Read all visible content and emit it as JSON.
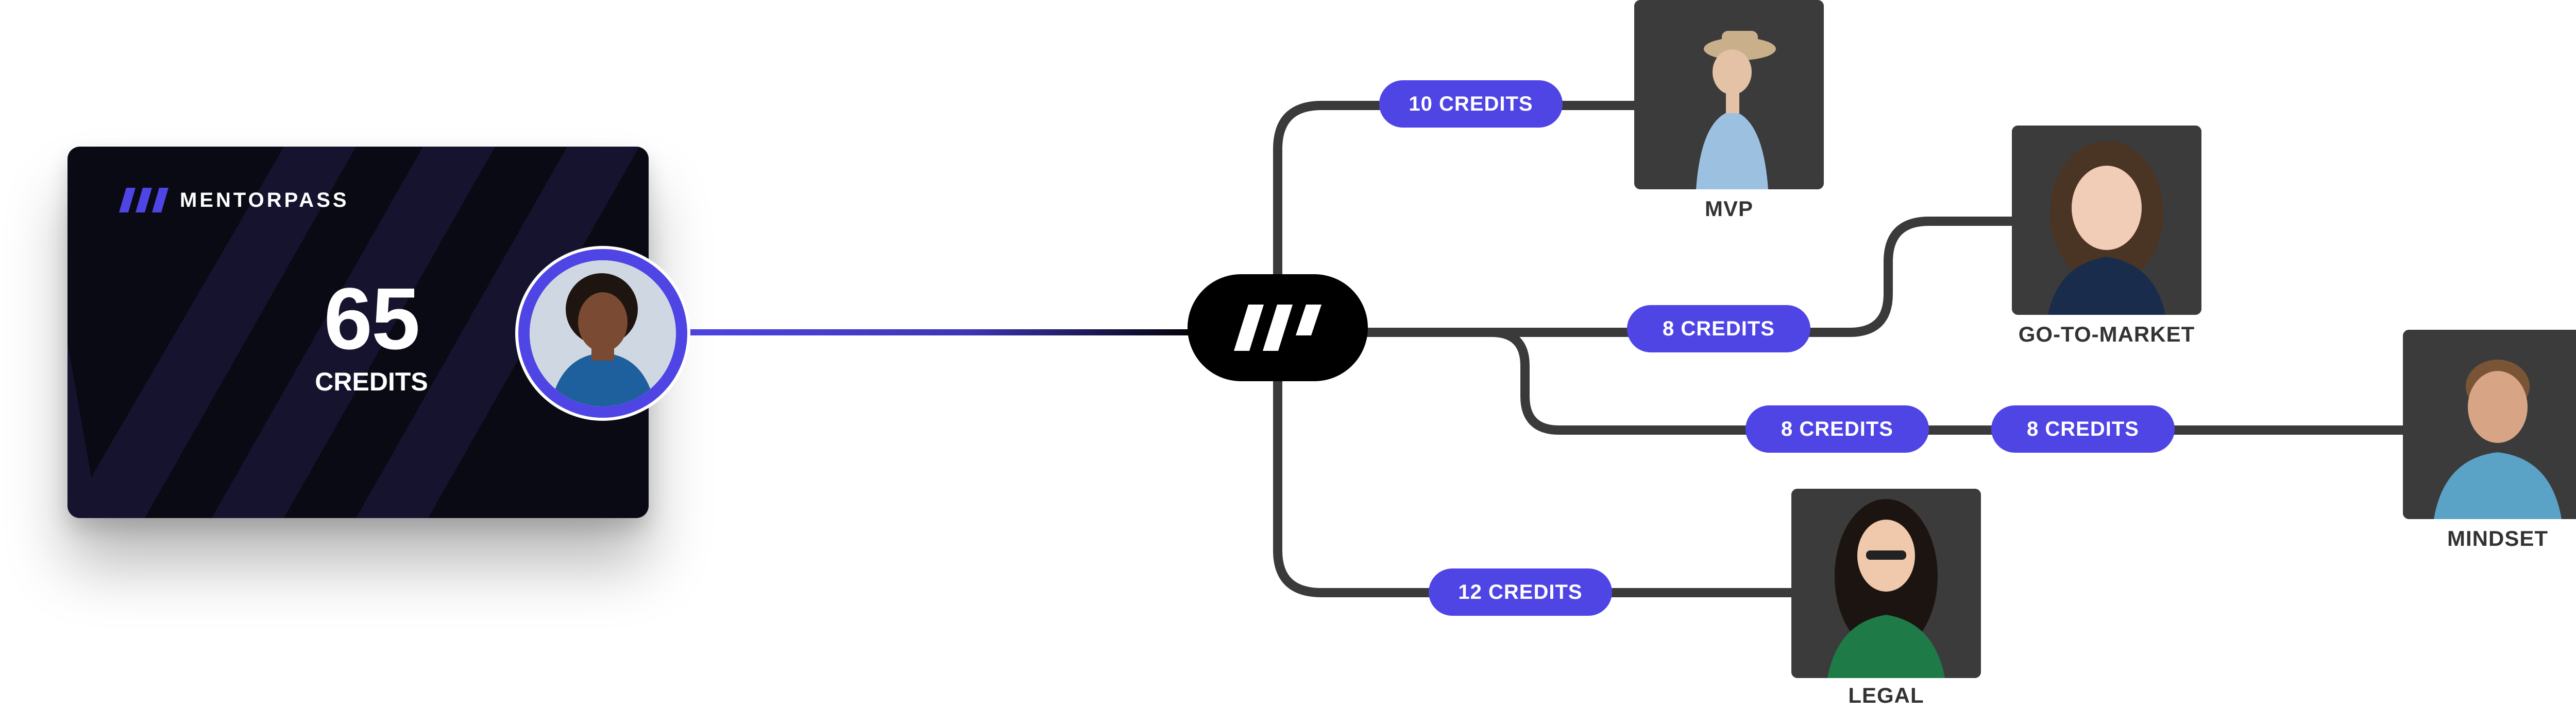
{
  "brand": {
    "name": "MENTORPASS"
  },
  "wallet": {
    "amount": "65",
    "unit": "CREDITS"
  },
  "paths": [
    {
      "credits": "10 CREDITS"
    },
    {
      "credits": "8 CREDITS"
    },
    {
      "credits": "8 CREDITS"
    },
    {
      "credits": "8 CREDITS"
    },
    {
      "credits": "12 CREDITS"
    }
  ],
  "mentors": [
    {
      "label": "MVP"
    },
    {
      "label": "GO-TO-MARKET"
    },
    {
      "label": "MINDSET"
    },
    {
      "label": "LEGAL"
    }
  ],
  "colors": {
    "accent": "#4f45e5",
    "wire": "#3a3a3a",
    "card": "#0a0a14",
    "hub": "#000000"
  }
}
